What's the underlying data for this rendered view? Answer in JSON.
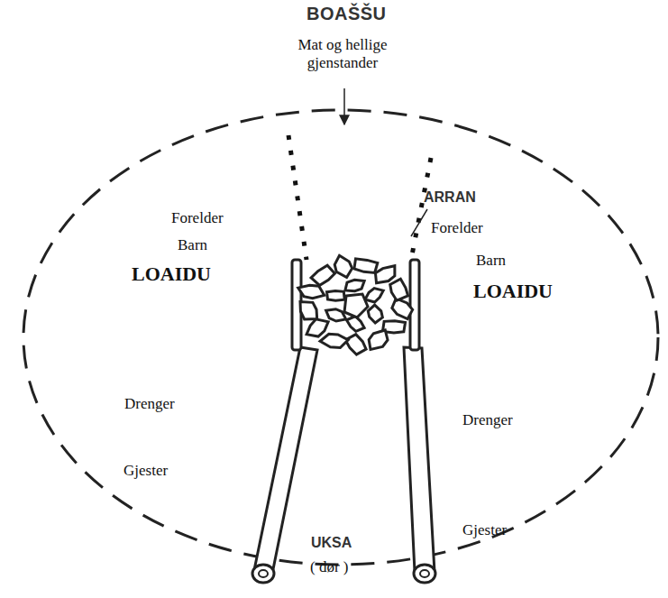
{
  "diagram": {
    "labels": [
      "BOAŠŠU",
      "Mat og hellige gjenstander",
      "Forelder",
      "Forelder",
      "Barn",
      "ARRAN",
      "Barn",
      "LOAIDU",
      "LOAIDU",
      "Drenger",
      "Drenger",
      "Gjester",
      "Gjester",
      "UKSA",
      "( dør )"
    ]
  }
}
